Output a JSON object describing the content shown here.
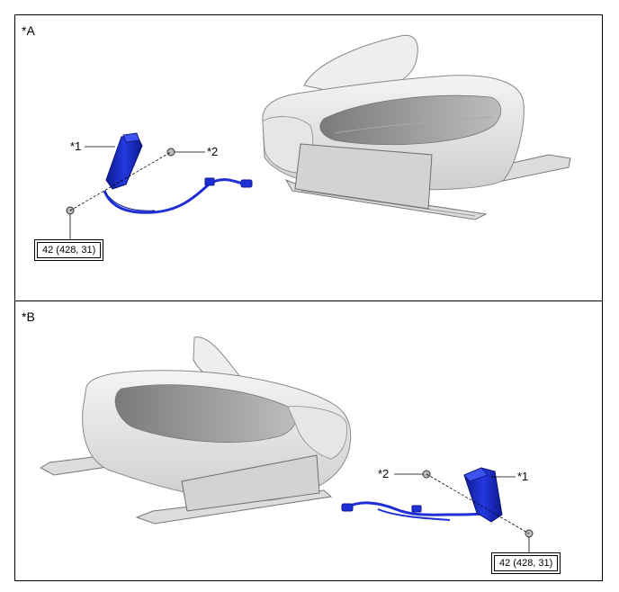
{
  "panels": [
    {
      "label": "*A",
      "callouts": [
        "*1",
        "*2"
      ],
      "torque": "42 (428, 31)"
    },
    {
      "label": "*B",
      "callouts": [
        "*1",
        "*2"
      ],
      "torque": "42 (428, 31)"
    }
  ],
  "colors": {
    "part": "#1f2fd6",
    "part_dark": "#0d1a8f",
    "seat_light": "#ececec",
    "seat_mid": "#c9c9c9",
    "seat_dark": "#8e8e8e",
    "line": "#000000"
  }
}
